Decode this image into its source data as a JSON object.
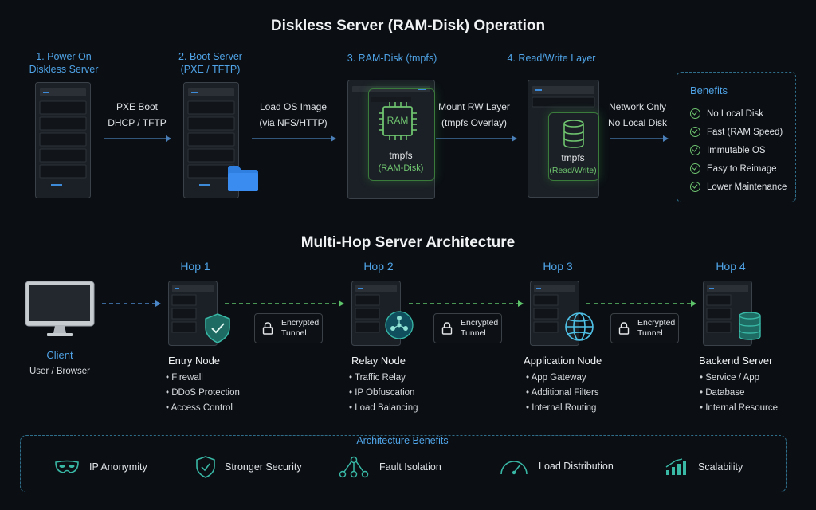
{
  "section1": {
    "title": "Diskless Server (RAM-Disk) Operation",
    "steps": [
      {
        "label_line1": "1. Power On",
        "label_line2": "Diskless Server"
      },
      {
        "label_line1": "2. Boot Server",
        "label_line2": "(PXE / TFTP)"
      },
      {
        "label_line1": "3. RAM-Disk (tmpfs)",
        "label_line2": ""
      },
      {
        "label_line1": "4. Read/Write Layer",
        "label_line2": ""
      }
    ],
    "arrows": [
      {
        "line1": "PXE Boot",
        "line2": "DHCP / TFTP"
      },
      {
        "line1": "Load OS Image",
        "line2": "(via NFS/HTTP)"
      },
      {
        "line1": "Mount RW Layer",
        "line2": "(tmpfs Overlay)"
      },
      {
        "line1": "Network Only",
        "line2": "No Local Disk"
      }
    ],
    "ram_chip_label": "RAM",
    "ram_tmpfs_line1": "tmpfs",
    "ram_tmpfs_line2": "(RAM-Disk)",
    "rw_tmpfs_line1": "tmpfs",
    "rw_tmpfs_line2": "(Read/Write)",
    "benefits": {
      "title": "Benefits",
      "items": [
        "No Local Disk",
        "Fast (RAM Speed)",
        "Immutable OS",
        "Easy to Reimage",
        "Lower Maintenance"
      ]
    }
  },
  "section2": {
    "title": "Multi-Hop Server Architecture",
    "client": {
      "label": "Client",
      "sub": "User / Browser"
    },
    "hops": [
      {
        "hop": "Hop 1",
        "title": "Entry Node",
        "bullets": [
          "Firewall",
          "DDoS Protection",
          "Access Control"
        ]
      },
      {
        "hop": "Hop 2",
        "title": "Relay Node",
        "bullets": [
          "Traffic Relay",
          "IP Obfuscation",
          "Load Balancing"
        ]
      },
      {
        "hop": "Hop 3",
        "title": "Application Node",
        "bullets": [
          "App Gateway",
          "Additional Filters",
          "Internal Routing"
        ]
      },
      {
        "hop": "Hop 4",
        "title": "Backend Server",
        "bullets": [
          "Service / App",
          "Database",
          "Internal Resource"
        ]
      }
    ],
    "tunnel": {
      "line1": "Encrypted",
      "line2": "Tunnel"
    },
    "arch_benefits": {
      "title": "Architecture Benefits",
      "items": [
        "IP Anonymity",
        "Stronger Security",
        "Fault Isolation",
        "Load Distribution",
        "Scalability"
      ]
    }
  },
  "colors": {
    "background": "#0b0f14",
    "accent_blue": "#4fa3e6",
    "accent_green": "#6fc46f",
    "accent_teal": "#39b8a6",
    "folder_blue": "#2f7fe0"
  }
}
